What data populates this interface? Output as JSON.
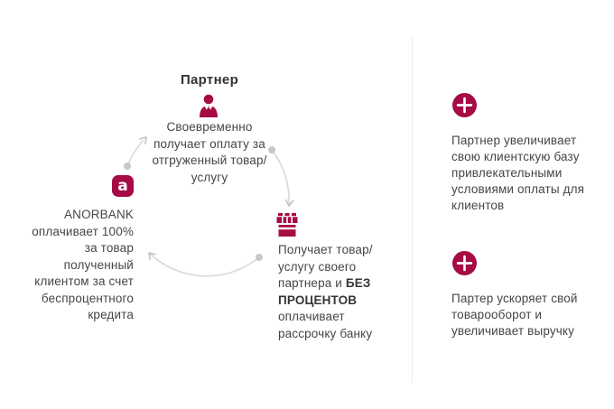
{
  "colors": {
    "accent": "#a50b45",
    "text": "#454545",
    "text_bold": "#363636",
    "heading": "#333333",
    "arc_gray": "#d9d9d9",
    "dot_gray": "#c7c7c7",
    "divider_gray": "#ebebeb",
    "background": "#ffffff"
  },
  "diagram": {
    "partner": {
      "title": "Партнер",
      "lines": [
        "Своевременно",
        "получает оплату за",
        "отгруженный товар/",
        "услугу"
      ]
    },
    "anorbank": {
      "logo_letter": "a",
      "lines": [
        "ANORBANK",
        "оплачивает 100%",
        "за товар",
        "полученный",
        "клиентом за счет",
        "беспроцентного",
        "кредита"
      ]
    },
    "goods": {
      "lines_top": [
        "Получает товар/",
        "услугу своего"
      ],
      "mixed_regular": "партнера и ",
      "mixed_bold": "БЕЗ",
      "bold_line": "ПРОЦЕНТОВ",
      "lines_bottom": [
        "оплачивает",
        "рассрочку банку"
      ]
    }
  },
  "benefits": {
    "first": {
      "lines": [
        "Партнер увеличивает",
        "свою клиентскую базу",
        "привлекательными",
        "условиями оплаты для",
        "клиентов"
      ]
    },
    "second": {
      "lines": [
        "Партер ускоряет свой",
        "товарооборот и",
        "увеличивает выручку"
      ]
    }
  }
}
